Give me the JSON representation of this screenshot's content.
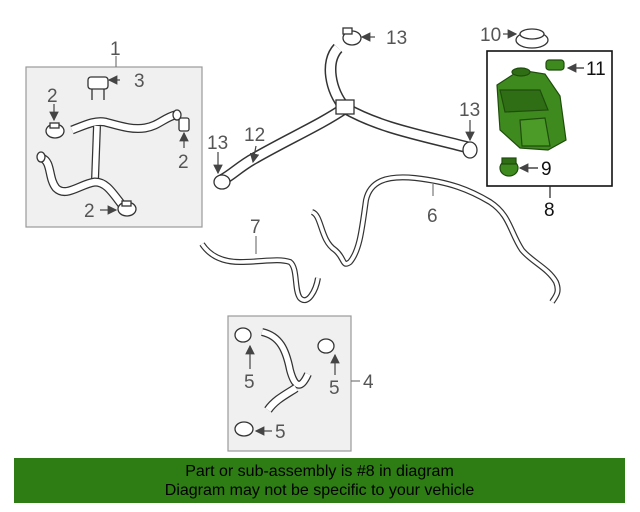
{
  "callouts": {
    "c1": "1",
    "c2a": "2",
    "c2b": "2",
    "c2c": "2",
    "c3": "3",
    "c4": "4",
    "c5a": "5",
    "c5b": "5",
    "c5c": "5",
    "c6": "6",
    "c7": "7",
    "c8": "8",
    "c9": "9",
    "c10": "10",
    "c11": "11",
    "c12": "12",
    "c13a": "13",
    "c13b": "13",
    "c13c": "13"
  },
  "banner": {
    "line1": "Part or sub-assembly is #8 in diagram",
    "line2": "Diagram may not be specific to your vehicle"
  },
  "colors": {
    "banner": "#2e7d14",
    "highlight_part": "#3f8a1e",
    "part_stroke": "#333333",
    "group_box_fill": "#f0f0f0"
  }
}
